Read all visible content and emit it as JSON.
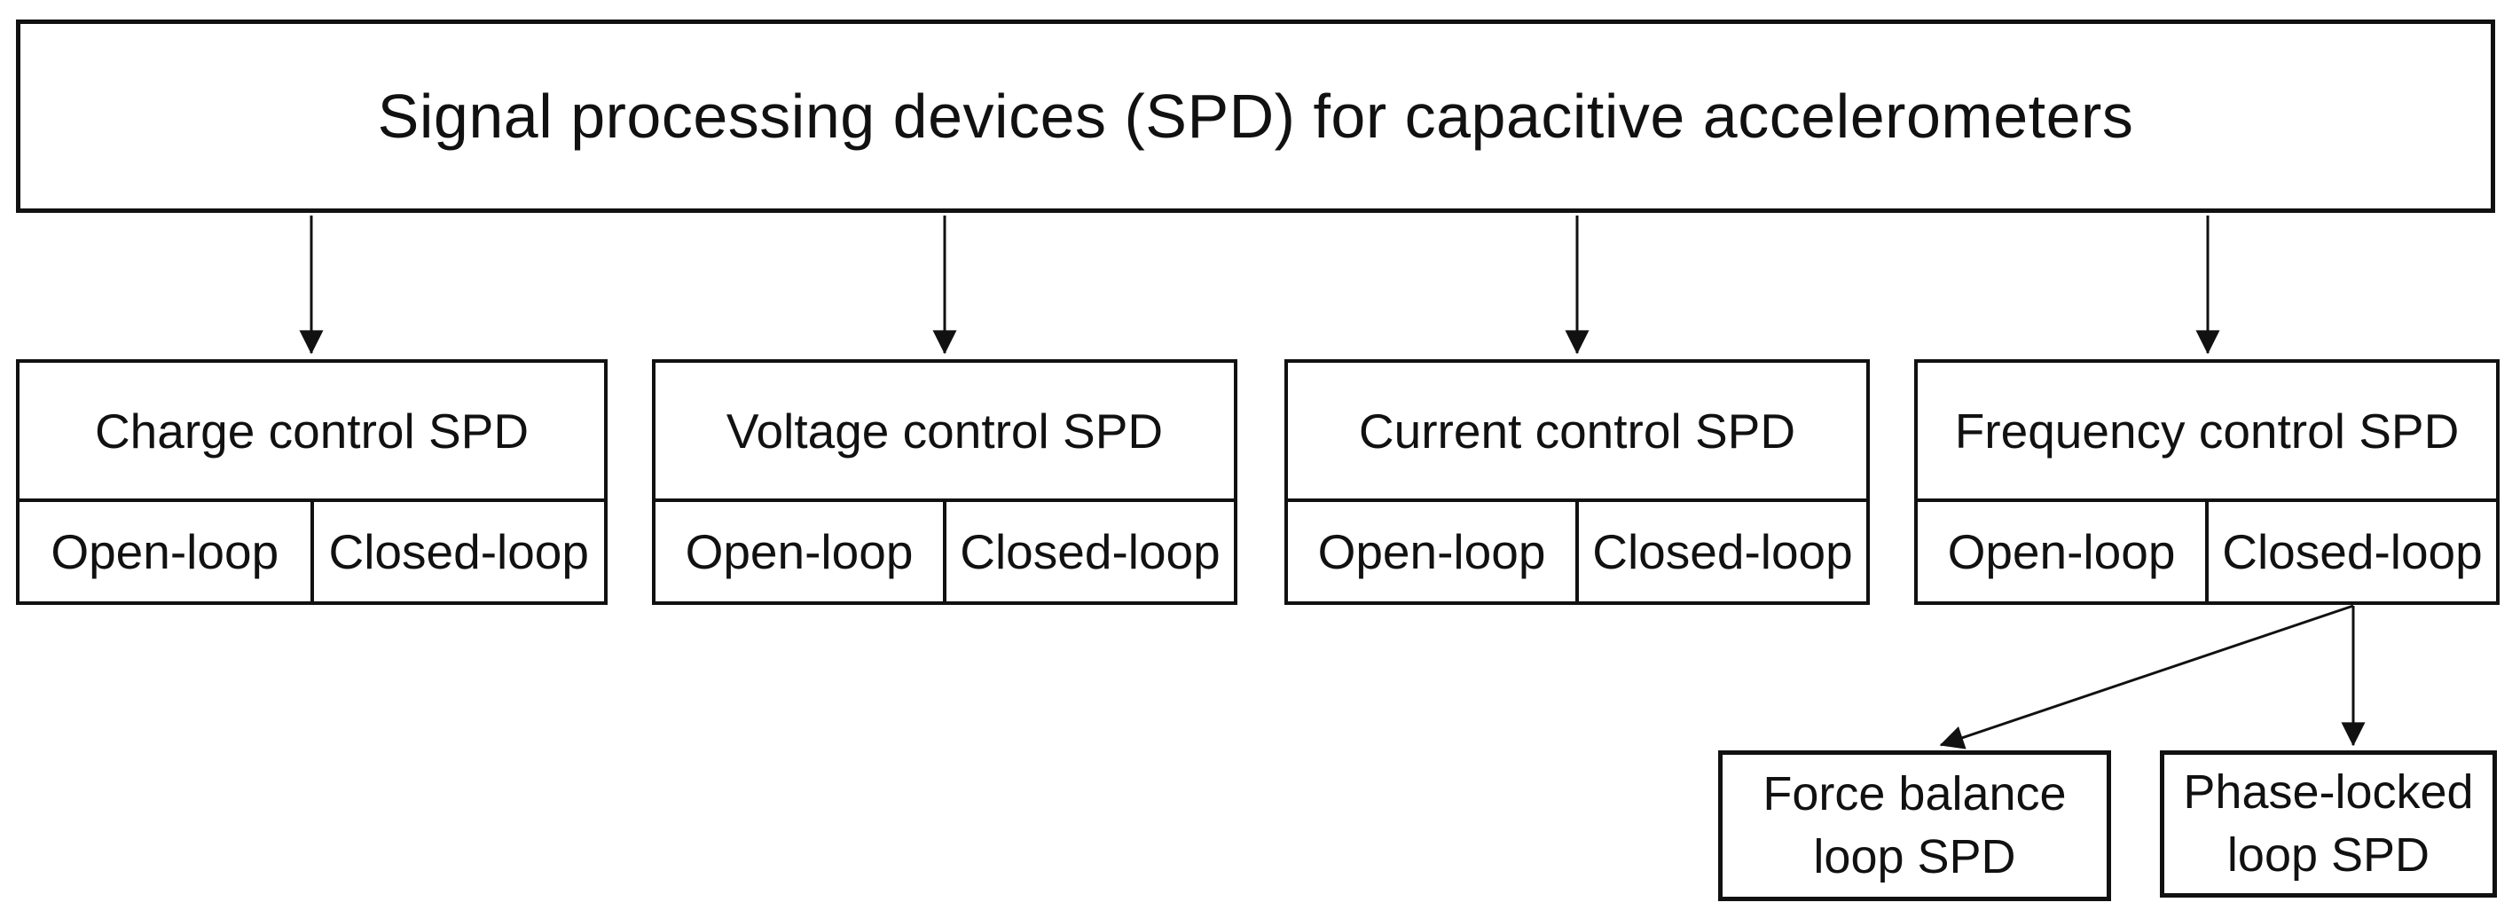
{
  "diagram": {
    "root": {
      "title": "Signal processing devices (SPD) for capacitive accelerometers"
    },
    "branches": [
      {
        "title": "Charge control SPD",
        "open_label": "Open-loop",
        "closed_label": "Closed-loop"
      },
      {
        "title": "Voltage control SPD",
        "open_label": "Open-loop",
        "closed_label": "Closed-loop"
      },
      {
        "title": "Current control SPD",
        "open_label": "Open-loop",
        "closed_label": "Closed-loop"
      },
      {
        "title": "Frequency control SPD",
        "open_label": "Open-loop",
        "closed_label": "Closed-loop"
      }
    ],
    "leaves": [
      {
        "line1": "Force balance",
        "line2": "loop SPD"
      },
      {
        "line1": "Phase-locked",
        "line2": "loop SPD"
      }
    ],
    "colors": {
      "line": "#111111",
      "background": "#ffffff"
    }
  }
}
